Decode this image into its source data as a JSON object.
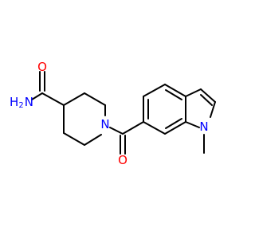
{
  "colors": {
    "background": "#ffffff",
    "bond": "#000000",
    "oxygen": "#ff0000",
    "nitrogen": "#0000ff"
  },
  "atoms": {
    "amide_oxygen": {
      "label": "O",
      "color": "#ff0000"
    },
    "amide_nitrogen": {
      "label": "N",
      "sub": "H",
      "subscript": "2",
      "color": "#0000ff"
    },
    "piperidine_nitrogen": {
      "label": "N",
      "color": "#0000ff"
    },
    "ketone_oxygen": {
      "label": "O",
      "color": "#ff0000"
    },
    "indole_nitrogen": {
      "label": "N",
      "color": "#0000ff"
    }
  }
}
